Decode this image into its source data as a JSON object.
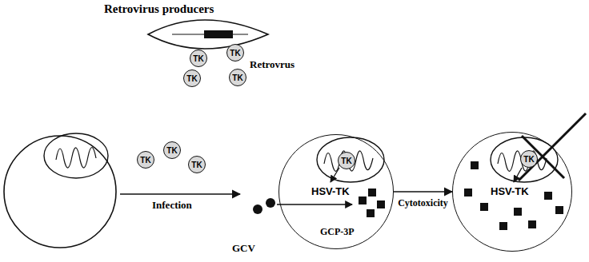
{
  "diagram": {
    "nodes": [
      {
        "text": [
          "Retrovirus producers"
        ]
      },
      {
        "text": [
          "TK"
        ]
      },
      {
        "text": [
          "TK"
        ]
      },
      {
        "text": [
          "TK"
        ]
      },
      {
        "text": [
          "TK"
        ]
      },
      {
        "text": [
          "TK"
        ]
      },
      {
        "text": [
          "TK"
        ]
      },
      {
        "text": [
          "TK"
        ]
      },
      {
        "text": [
          "HSV-TK"
        ]
      },
      {
        "text": [
          "TK"
        ],
        "in": 8
      },
      {
        "text": [
          "HSV-TK"
        ]
      },
      {
        "text": [
          "TK"
        ],
        "in": 10
      }
    ],
    "edges": [
      {
        "from": 8,
        "to": 10,
        "arrow": "to",
        "label": "Cytotoxicity"
      }
    ],
    "labels": [
      "Retrovrus",
      "Infection",
      "GCV",
      "GCP-3P"
    ]
  }
}
